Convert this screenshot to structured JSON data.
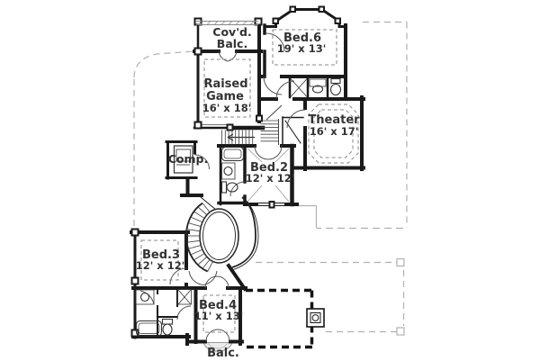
{
  "plan": {
    "rooms": {
      "covd_balc": {
        "name_line1": "Cov'd.",
        "name_line2": "Balc."
      },
      "bed6": {
        "name": "Bed.6",
        "dims": "19' x 13'"
      },
      "raised_game": {
        "name_line1": "Raised",
        "name_line2": "Game",
        "dims": "16' x 18'"
      },
      "theater": {
        "name": "Theater",
        "dims": "16' x 17'"
      },
      "comp": {
        "name": "Comp."
      },
      "bed2": {
        "name": "Bed.2",
        "dims": "12' x 12'"
      },
      "bed3": {
        "name": "Bed.3",
        "dims": "12' x 12'"
      },
      "bed4": {
        "name": "Bed.4",
        "dims": "11' x 13'"
      },
      "balc": {
        "name": "Balc."
      }
    },
    "colors": {
      "wall": "#1a1a1a",
      "lower_level_outline": "#b0b0b0",
      "label": "#333333",
      "background": "#ffffff"
    }
  }
}
